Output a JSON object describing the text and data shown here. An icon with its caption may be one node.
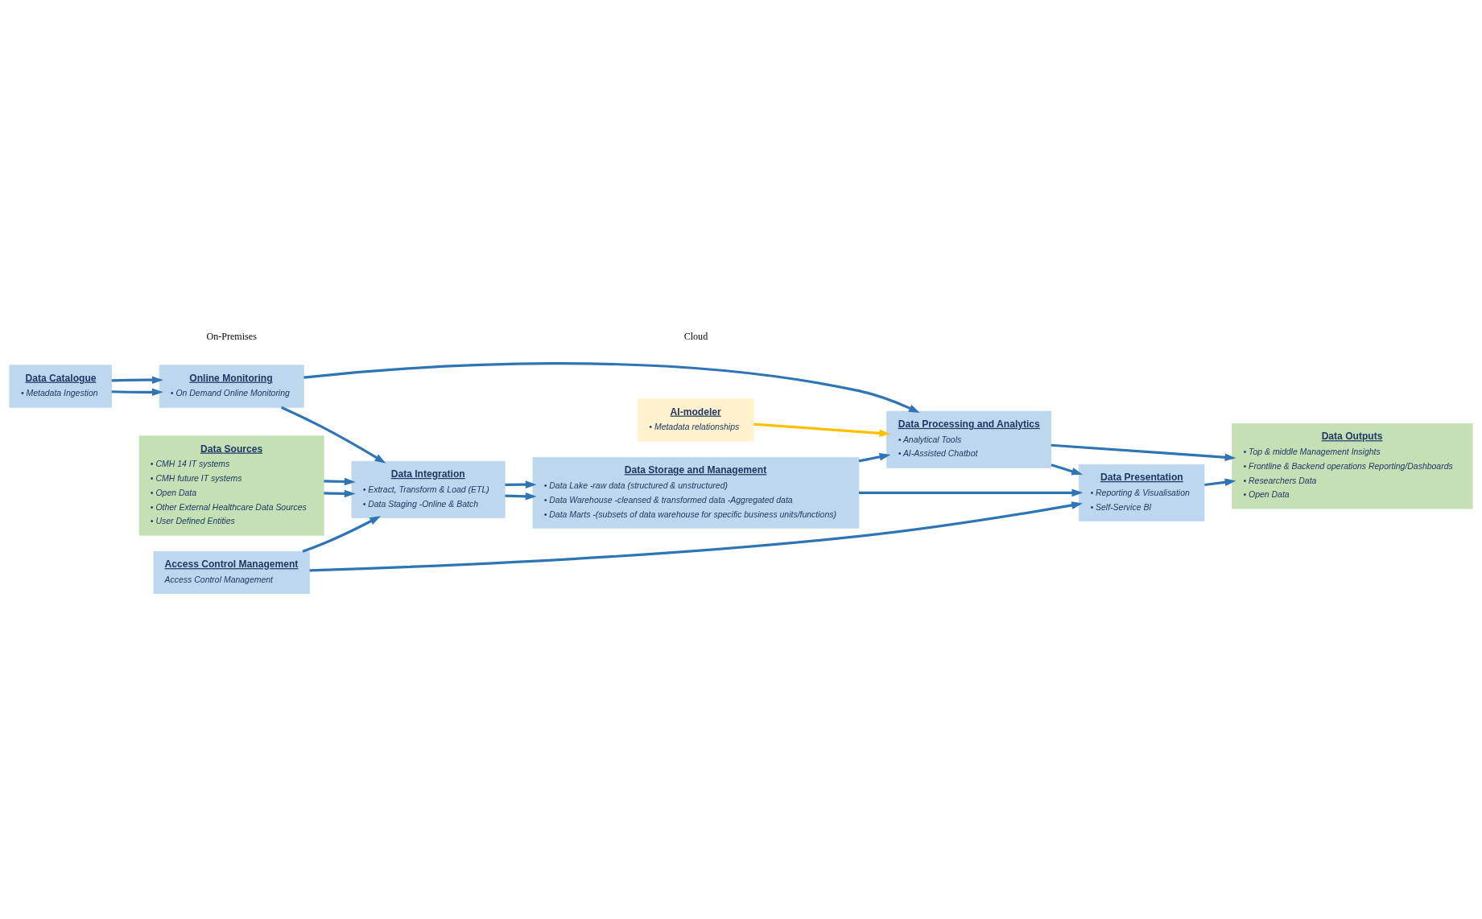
{
  "diagram": {
    "nodes": [
      {
        "text": [
          "Data Sources",
          "• CMH 14 IT systems",
          "• CMH future IT systems",
          "• Open Data",
          "• Other External Healthcare Data Sources",
          "• User Defined Entities"
        ]
      },
      {
        "text": [
          "Access Control Management",
          "Access Control Management"
        ]
      },
      {
        "text": [
          "Data Integration",
          "• Extract, Transform & Load (ETL)",
          "• Data Staging -Online & Batch"
        ]
      },
      {
        "text": [
          "Data Storage and Management",
          "• Data Lake -raw data (structured & unstructured)",
          "• Data Warehouse -cleansed & transformed data -Aggregated data",
          "• Data Marts -(subsets of data warehouse for specific business units/functions)"
        ]
      },
      {
        "text": [
          "Data Presentation",
          "• Reporting & Visualisation",
          "• Self-Service BI"
        ]
      },
      {
        "text": [
          "Data Processing and Analytics",
          "• Analytical Tools",
          "• AI-Assisted Chatbot"
        ]
      },
      {
        "text": [
          "Online Monitoring",
          "• On Demand Online Monitoring"
        ]
      },
      {
        "text": [
          "Data Catalogue",
          "• Metadata Ingestion"
        ]
      },
      {
        "text": [
          "AI-modeler",
          "• Metadata relationships"
        ]
      },
      {
        "text": [
          "Data Outputs",
          "• Top & middle Management Insights",
          "• Frontline & Backend operations Reporting/Dashboards",
          "• Researchers Data",
          "• Open Data"
        ]
      }
    ],
    "edges": [
      {
        "from": 0,
        "to": 2,
        "arrow": "to"
      },
      {
        "from": 0,
        "to": 2,
        "arrow": "to"
      },
      {
        "from": 1,
        "to": 2,
        "arrow": "to"
      },
      {
        "from": 1,
        "to": 4,
        "arrow": "to"
      },
      {
        "from": 2,
        "to": 3,
        "arrow": "to"
      },
      {
        "from": 2,
        "to": 3,
        "arrow": "to"
      },
      {
        "from": 3,
        "to": 4,
        "arrow": "to"
      },
      {
        "from": 3,
        "to": 5,
        "arrow": "to"
      },
      {
        "from": 5,
        "to": 4,
        "arrow": "to"
      },
      {
        "from": 4,
        "to": 9,
        "arrow": "to"
      },
      {
        "from": 5,
        "to": 9,
        "arrow": "to"
      },
      {
        "from": 6,
        "to": 2,
        "arrow": "to"
      },
      {
        "from": 6,
        "to": 5,
        "arrow": "to"
      },
      {
        "from": 7,
        "to": 6,
        "arrow": "to"
      },
      {
        "from": 7,
        "to": 6,
        "arrow": "to"
      },
      {
        "from": 8,
        "to": 5,
        "arrow": "to",
        "color": "#ffc000"
      }
    ],
    "labels": [
      "On-Premises",
      "Cloud"
    ]
  }
}
